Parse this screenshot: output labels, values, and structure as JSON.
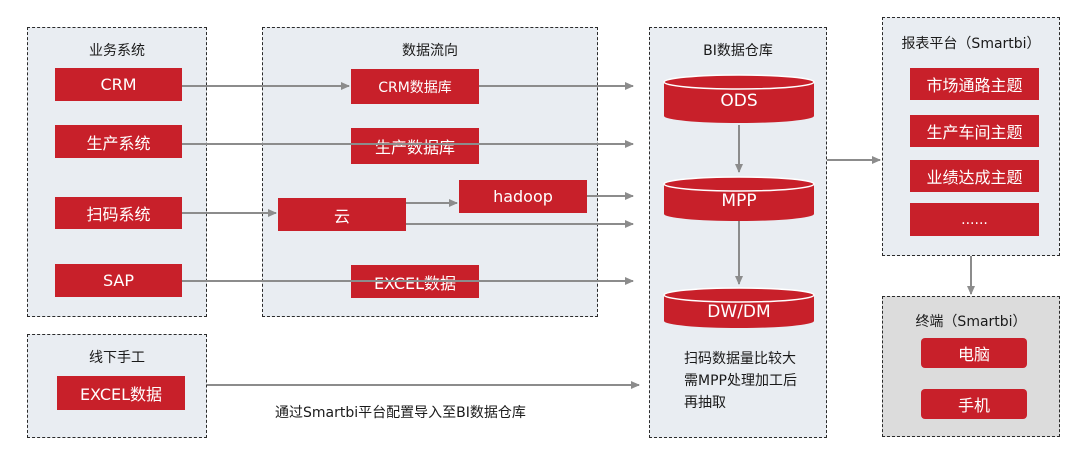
{
  "colors": {
    "accent": "#c8202a",
    "panel_bg": "#e9edf2",
    "terminal_panel_bg": "#dcdcdc",
    "arrow": "#8c8c8c"
  },
  "panels": {
    "business": {
      "title": "业务系统",
      "items": [
        "CRM",
        "生产系统",
        "扫码系统",
        "SAP"
      ]
    },
    "dataflow": {
      "title": "数据流向",
      "crm_db": "CRM数据库",
      "prod_db": "生产数据库",
      "cloud": "云",
      "hadoop": "hadoop",
      "excel": "EXCEL数据"
    },
    "offline": {
      "title": "线下手工",
      "excel": "EXCEL数据"
    },
    "warehouse": {
      "title": "BI数据仓库",
      "layers": [
        "ODS",
        "MPP",
        "DW/DM"
      ],
      "note_lines": [
        "扫码数据量比较大",
        "需MPP处理加工后",
        "再抽取"
      ]
    },
    "report": {
      "title": "报表平台（Smartbi）",
      "items": [
        "市场通路主题",
        "生产车间主题",
        "业绩达成主题",
        "......"
      ]
    },
    "terminal": {
      "title": "终端（Smartbi）",
      "items": [
        "电脑",
        "手机"
      ]
    }
  },
  "import_note": "通过Smartbi平台配置导入至BI数据仓库"
}
